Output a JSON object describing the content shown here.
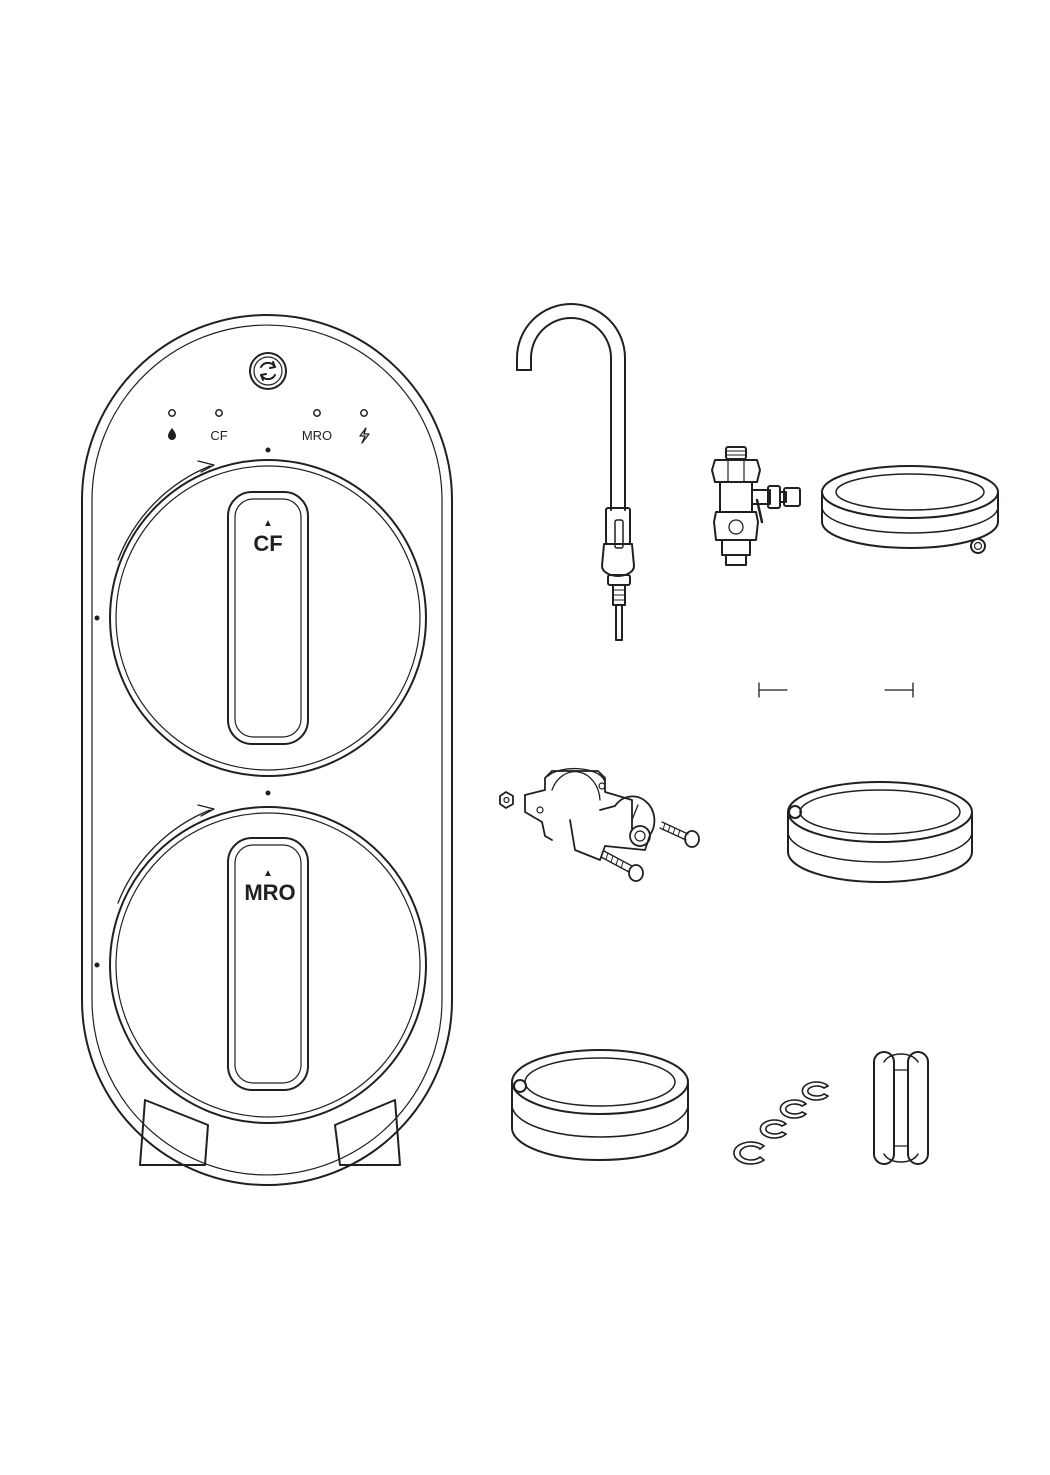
{
  "colors": {
    "line": "#231f20",
    "background": "#ffffff"
  },
  "unit": {
    "indicators": [
      {
        "label": "",
        "icon": "water-drop-icon"
      },
      {
        "label": "CF"
      },
      {
        "label": "MRO"
      },
      {
        "label": "",
        "icon": "lightning-icon"
      }
    ],
    "filters": [
      {
        "label": "CF",
        "marker": "▲"
      },
      {
        "label": "MRO",
        "marker": "▲"
      }
    ],
    "reset_icon": "refresh-icon"
  },
  "parts": [
    {
      "id": "faucet",
      "icon": "gooseneck-faucet"
    },
    {
      "id": "feed-adapter",
      "icon": "tee-valve-adapter"
    },
    {
      "id": "tube-coil-1",
      "icon": "tube-coil"
    },
    {
      "id": "drain-saddle",
      "icon": "drain-saddle-clamp"
    },
    {
      "id": "tube-coil-2",
      "icon": "tube-coil"
    },
    {
      "id": "tube-coil-3",
      "icon": "tube-coil"
    },
    {
      "id": "clips",
      "icon": "locking-clips"
    },
    {
      "id": "tape",
      "icon": "tape-roll"
    }
  ]
}
